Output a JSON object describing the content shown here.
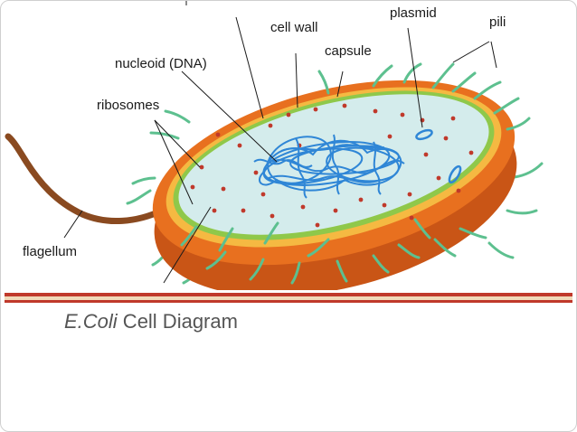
{
  "labels": {
    "cell_wall": "cell wall",
    "plasmid": "plasmid",
    "pili": "pili",
    "capsule": "capsule",
    "nucleoid": "nucleoid (DNA)",
    "ribosomes": "ribosomes",
    "flagellum": "flagellum"
  },
  "caption": {
    "italic": "E.Coli",
    "text": " Cell Diagram"
  },
  "colors": {
    "capsule_outer": "#e0661c",
    "capsule_side": "#c95516",
    "cell_wall": "#f5b942",
    "membrane": "#8fc84a",
    "cytoplasm": "#d4ecec",
    "dna": "#2f86d6",
    "ribosome": "#c0392b",
    "pili": "#5dc08f",
    "flagellum": "#8a4a20",
    "divider": "#c0392b"
  }
}
